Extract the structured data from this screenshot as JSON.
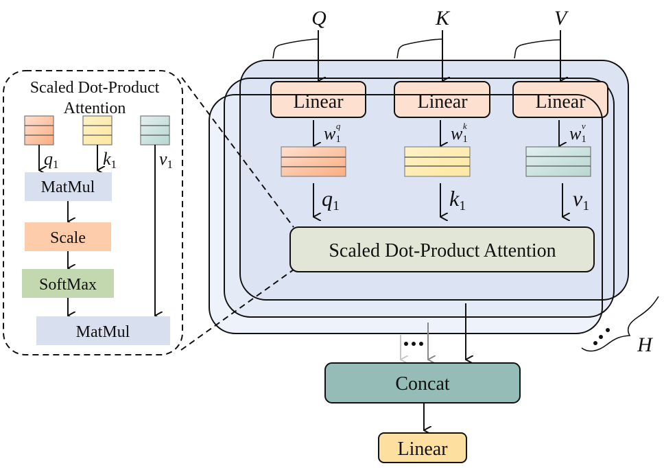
{
  "inputs": {
    "q": "Q",
    "k": "K",
    "v": "V"
  },
  "heads_panel": {
    "linear_label": "Linear",
    "weights": [
      {
        "base": "w",
        "sub": "1",
        "sup": "q"
      },
      {
        "base": "w",
        "sub": "1",
        "sup": "k"
      },
      {
        "base": "w",
        "sub": "1",
        "sup": "v"
      }
    ],
    "projections": [
      {
        "base": "q",
        "sub": "1"
      },
      {
        "base": "k",
        "sub": "1"
      },
      {
        "base": "v",
        "sub": "1"
      }
    ],
    "attention_label": "Scaled Dot-Product Attention",
    "heads_symbol": "H",
    "ellipsis": "..."
  },
  "inset": {
    "title_line1": "Scaled Dot-Product",
    "title_line2": "Attention",
    "inputs": [
      {
        "base": "q",
        "sub": "1"
      },
      {
        "base": "k",
        "sub": "1"
      },
      {
        "base": "v",
        "sub": "1"
      }
    ],
    "steps": {
      "matmul1": "MatMul",
      "scale": "Scale",
      "softmax": "SoftMax",
      "matmul2": "MatMul"
    }
  },
  "output": {
    "concat_label": "Concat",
    "linear_label": "Linear"
  },
  "colors": {
    "panel_front": "#dce3f3",
    "panel_mid": "#e4ebf7",
    "panel_back": "#eef3fb",
    "linear_box": "#fde0d0",
    "attention_box": "#e2e6d6",
    "q_matrix": "#fbb88e",
    "k_matrix": "#fde9a8",
    "v_matrix": "#bfdcd8",
    "inset_bg": "#f0f0f0",
    "matmul": "#d8e0f0",
    "scale": "#fdccaa",
    "softmax": "#c4d8b0",
    "concat": "#95bcb6",
    "final_linear": "#fde0a0"
  }
}
